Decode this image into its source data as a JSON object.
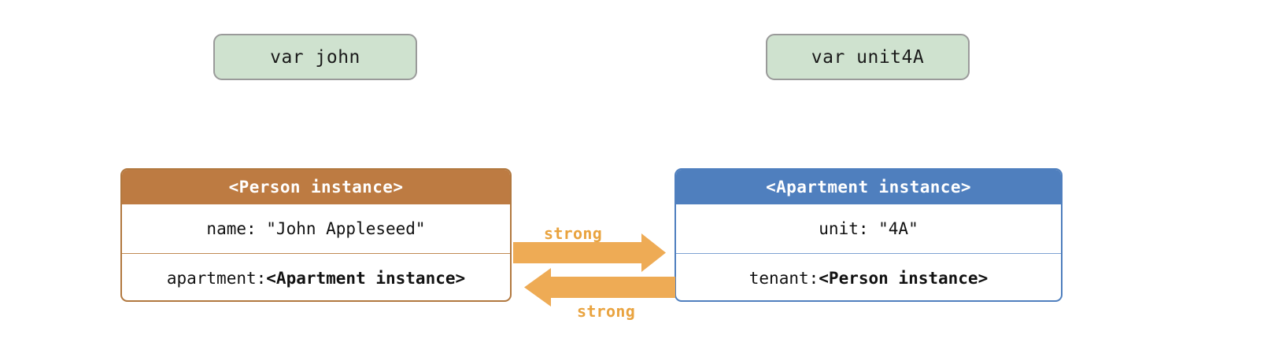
{
  "diagram": {
    "title": "Strong reference cycle between Person and Apartment instances",
    "colors": {
      "variable_box_fill": "#cfe2cf",
      "variable_box_border": "#9a9a9a",
      "person_header": "#bd7b42",
      "person_border": "#b1783f",
      "apartment_header": "#4f7fbe",
      "apartment_border": "#4f7fbe",
      "arrow": "#eeab55",
      "arrow_label": "#e9a33f",
      "background": "#ffffff",
      "body_text": "#111111",
      "header_text": "#ffffff"
    },
    "variables": [
      {
        "name": "var-john",
        "label": "var john"
      },
      {
        "name": "var-unit4a",
        "label": "var unit4A"
      }
    ],
    "instances": [
      {
        "name": "person-instance",
        "header": "<Person instance>",
        "rows": [
          {
            "prefix": "name: \"John Appleseed\"",
            "reference": ""
          },
          {
            "prefix": "apartment: ",
            "reference": "<Apartment instance>"
          }
        ]
      },
      {
        "name": "apartment-instance",
        "header": "<Apartment instance>",
        "rows": [
          {
            "prefix": "unit: \"4A\"",
            "reference": ""
          },
          {
            "prefix": "tenant: ",
            "reference": "<Person instance>"
          }
        ]
      }
    ],
    "edges": [
      {
        "name": "person-to-apartment",
        "label": "strong",
        "direction": "right"
      },
      {
        "name": "apartment-to-person",
        "label": "strong",
        "direction": "left"
      }
    ]
  }
}
